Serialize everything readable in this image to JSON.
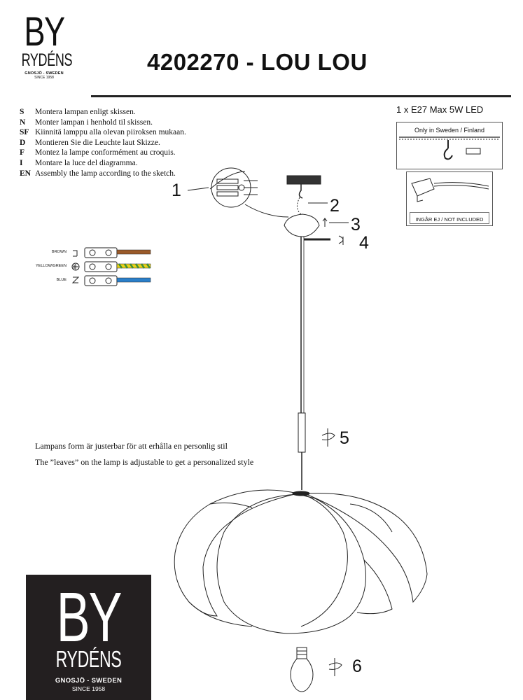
{
  "brand": {
    "logo_main": "BY",
    "logo_sub": "RYDÉNS",
    "tagline": "GNOSJÖ - SWEDEN",
    "since": "SINCE 1958"
  },
  "title": "4202270 - LOU LOU",
  "instructions": [
    {
      "code": "S",
      "text": "Montera lampan enligt skissen."
    },
    {
      "code": "N",
      "text": "Monter lampan i henhold til skissen."
    },
    {
      "code": "SF",
      "text": "Kiinnitä lamppu alla olevan piiroksen mukaan."
    },
    {
      "code": "D",
      "text": "Montieren Sie die Leuchte laut Skizze."
    },
    {
      "code": "F",
      "text": "Montez la lampe conformément au croquis."
    },
    {
      "code": "I",
      "text": "Montare la luce del diagramma."
    },
    {
      "code": "EN",
      "text": "Assembly the lamp according to the sketch."
    }
  ],
  "spec": "1 x E27 Max 5W LED",
  "box_hook_label": "Only in Sweden / Finland",
  "box_plug_label": "INGÅR EJ / NOT INCLUDED",
  "wiring": {
    "brown": "BROWN",
    "yellow_green": "YELLOW/GREEN",
    "blue": "BLUE",
    "colors": {
      "brown": "#9a5a2a",
      "yellow": "#e8d21a",
      "green": "#3f8f3a",
      "blue": "#2a7fc9"
    }
  },
  "notes": {
    "sv": "Lampans form är justerbar för att erhålla en personlig stil",
    "en": "The ”leaves” on the lamp is adjustable to get a personalized style"
  },
  "steps": [
    "1",
    "2",
    "3",
    "4",
    "5",
    "6"
  ]
}
